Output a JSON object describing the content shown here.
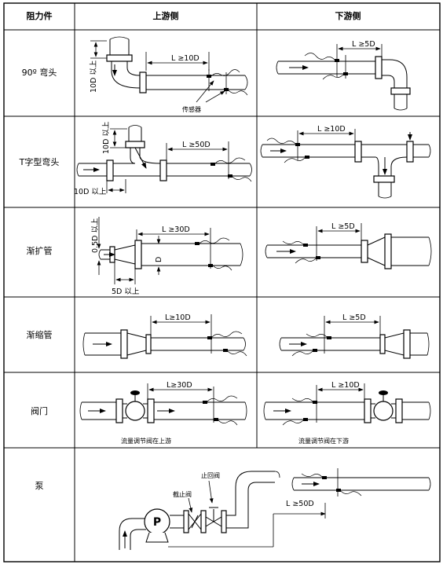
{
  "header": {
    "col1": "阻力件",
    "col2": "上游侧",
    "col3": "下游侧"
  },
  "rows": [
    {
      "name": "90º 弯头",
      "up_straight": "L ≥10D",
      "up_vertical": "10D 以上",
      "up_sensor_note": "传感器",
      "down_straight": "L ≥5D"
    },
    {
      "name": "T字型弯头",
      "up_straight": "L ≥50D",
      "up_vertical": "10D 以上",
      "up_horizontal": "10D 以上",
      "down_straight": "L ≥10D"
    },
    {
      "name": "渐扩管",
      "up_straight": "L ≥30D",
      "up_vertical": "0.5D 以上",
      "up_horizontal": "5D 以上",
      "up_diameter": "D",
      "down_straight": "L ≥5D"
    },
    {
      "name": "渐缩管",
      "up_straight": "L≥10D",
      "down_straight": "L ≥5D"
    },
    {
      "name": "阀门",
      "up_straight": "L≥30D",
      "down_straight": "L ≥10D",
      "up_caption": "流量调节阀在上游",
      "down_caption": "流量调节阀在下游"
    },
    {
      "name": "泵",
      "check_valve": "止回阀",
      "shutoff_valve": "截止阀",
      "pump_symbol": "P",
      "straight": "L ≥50D"
    }
  ]
}
